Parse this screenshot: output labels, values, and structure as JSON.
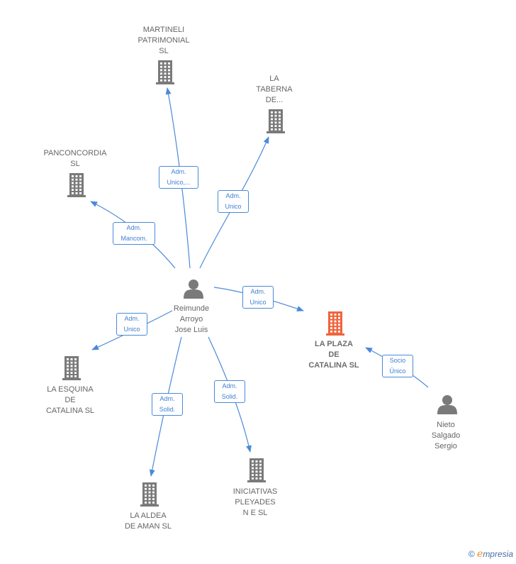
{
  "nodes": [
    {
      "id": "reimunde",
      "type": "person",
      "label": "Reimunde\nArroyo\nJose Luis"
    },
    {
      "id": "martineli",
      "type": "company",
      "label": "MARTINELI\nPATRIMONIAL\nSL"
    },
    {
      "id": "taberna",
      "type": "company",
      "label": "LA\nTABERNA\nDE..."
    },
    {
      "id": "panconcordia",
      "type": "company",
      "label": "PANCONCORDIA\nSL"
    },
    {
      "id": "plaza",
      "type": "company",
      "label": "LA PLAZA\nDE\nCATALINA  SL",
      "focus": true
    },
    {
      "id": "esquina",
      "type": "company",
      "label": "LA ESQUINA\nDE\nCATALINA  SL"
    },
    {
      "id": "aldea",
      "type": "company",
      "label": "LA ALDEA\nDE AMAN  SL"
    },
    {
      "id": "iniciativas",
      "type": "company",
      "label": "INICIATIVAS\nPLEYADES\nN E SL"
    },
    {
      "id": "nieto",
      "type": "person",
      "label": "Nieto\nSalgado\nSergio"
    }
  ],
  "edges": [
    {
      "from": "reimunde",
      "to": "martineli",
      "label": "Adm.\nUnico,..."
    },
    {
      "from": "reimunde",
      "to": "taberna",
      "label": "Adm.\nUnico"
    },
    {
      "from": "reimunde",
      "to": "panconcordia",
      "label": "Adm.\nMancom."
    },
    {
      "from": "reimunde",
      "to": "plaza",
      "label": "Adm.\nUnico"
    },
    {
      "from": "reimunde",
      "to": "esquina",
      "label": "Adm.\nUnico"
    },
    {
      "from": "reimunde",
      "to": "aldea",
      "label": "Adm.\nSolid."
    },
    {
      "from": "reimunde",
      "to": "iniciativas",
      "label": "Adm.\nSolid."
    },
    {
      "from": "nieto",
      "to": "plaza",
      "label": "Socio\nÚnico"
    }
  ],
  "colors": {
    "edge": "#4a8ad8",
    "company": "#7a7a7a",
    "focus_company": "#f0643c",
    "person": "#7a7a7a"
  },
  "footer": {
    "copyright": "©",
    "e": "e",
    "brand": "mpresia"
  }
}
